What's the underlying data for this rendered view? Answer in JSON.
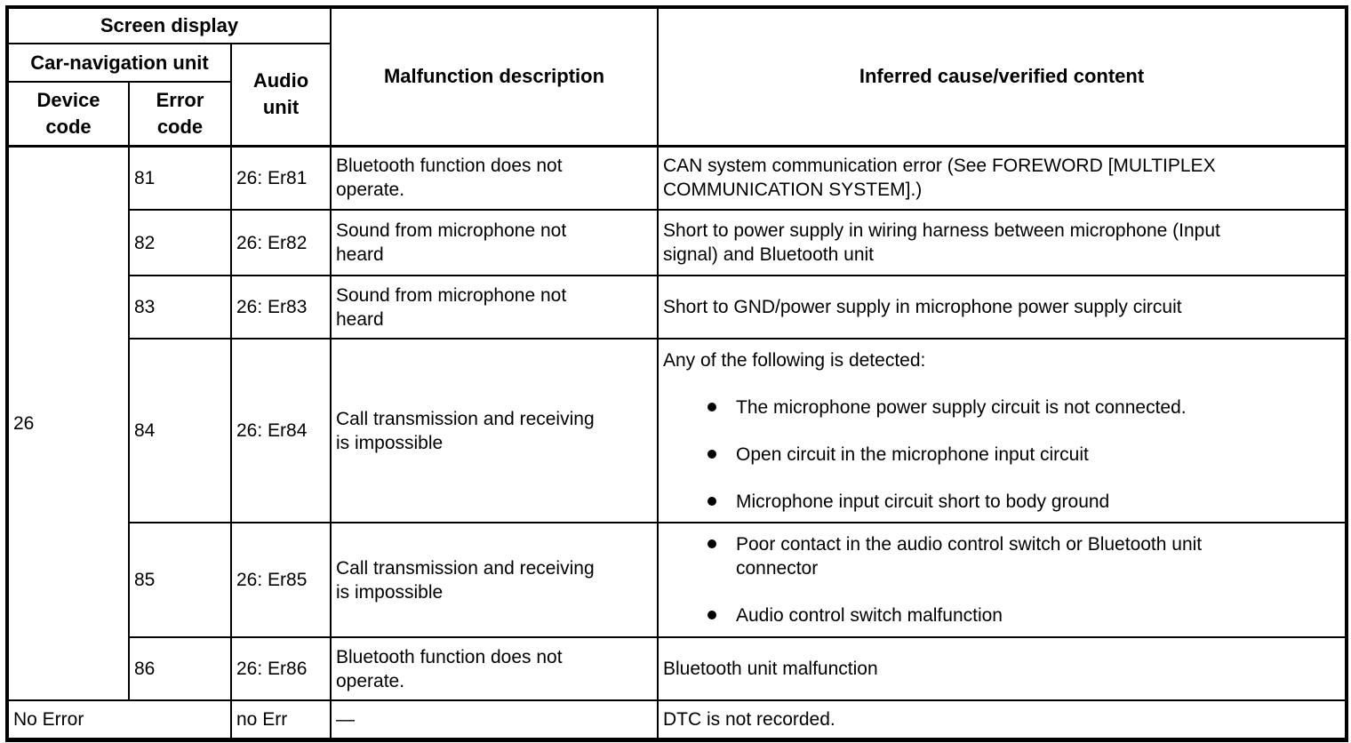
{
  "table": {
    "header": {
      "screen_display": "Screen display",
      "car_navigation_unit": "Car-navigation unit",
      "device_code": "Device code",
      "error_code": "Error code",
      "audio_unit": "Audio unit",
      "malfunction_description": "Malfunction description",
      "inferred_cause": "Inferred cause/verified content"
    },
    "device_code": "26",
    "rows": [
      {
        "error_code": "81",
        "audio_unit": "26: Er81",
        "malfunction": "Bluetooth function does not operate.",
        "cause": "CAN system communication error (See FOREWORD [MULTIPLEX COMMUNICATION SYSTEM].)"
      },
      {
        "error_code": "82",
        "audio_unit": "26: Er82",
        "malfunction": "Sound from microphone not heard",
        "cause": "Short to power supply in wiring harness between microphone (Input signal) and Bluetooth unit"
      },
      {
        "error_code": "83",
        "audio_unit": "26: Er83",
        "malfunction": "Sound from microphone not heard",
        "cause": "Short to GND/power supply in microphone power supply circuit"
      },
      {
        "error_code": "84",
        "audio_unit": "26: Er84",
        "malfunction": "Call transmission and receiving is impossible",
        "cause_intro": "Any of the following is detected:",
        "cause_bullets": [
          "The microphone power supply circuit is not connected.",
          "Open circuit in the microphone input circuit",
          "Microphone input circuit short to body ground"
        ]
      },
      {
        "error_code": "85",
        "audio_unit": "26: Er85",
        "malfunction": "Call transmission and receiving is impossible",
        "cause_bullets": [
          "Poor contact in the audio control switch or Bluetooth unit connector",
          "Audio control switch malfunction"
        ]
      },
      {
        "error_code": "86",
        "audio_unit": "26: Er86",
        "malfunction": "Bluetooth function does not operate.",
        "cause": "Bluetooth unit malfunction"
      }
    ],
    "no_error_row": {
      "label": "No Error",
      "audio_unit": "no Err",
      "malfunction": "—",
      "cause": "DTC is not recorded."
    }
  }
}
